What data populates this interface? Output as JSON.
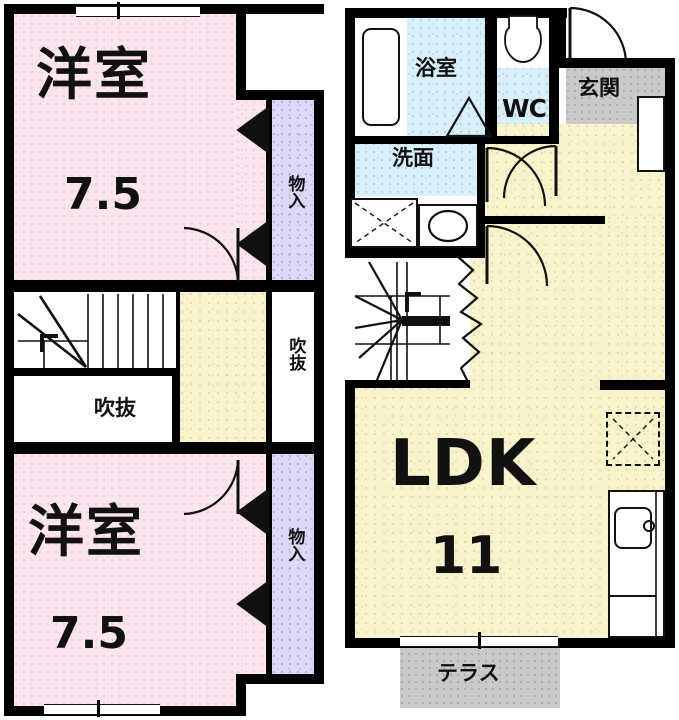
{
  "plan": {
    "title": "間取り図",
    "unit_note": ""
  },
  "rooms": [
    {
      "id": "bedroom_top",
      "name": "洋室",
      "size": "7.5",
      "fill": "#fbe6ef"
    },
    {
      "id": "bedroom_bottom",
      "name": "洋室",
      "size": "7.5",
      "fill": "#fbe6ef"
    },
    {
      "id": "ldk",
      "name": "LDK",
      "size": "11",
      "fill": "#f8f3cd"
    },
    {
      "id": "bath",
      "name": "浴室",
      "size": "",
      "fill": "#d9effa"
    },
    {
      "id": "washroom",
      "name": "洗面",
      "size": "",
      "fill": "#d9effa"
    },
    {
      "id": "toilet",
      "name": "WC",
      "size": "",
      "fill": "#d9effa"
    },
    {
      "id": "entrance",
      "name": "玄関",
      "size": "",
      "fill": "#c9c9c9"
    },
    {
      "id": "terrace",
      "name": "テラス",
      "size": "",
      "fill": "#c9c9c9"
    },
    {
      "id": "closet_top",
      "name": "物入",
      "size": "",
      "fill": "#dcd8f6"
    },
    {
      "id": "closet_bottom",
      "name": "物入",
      "size": "",
      "fill": "#dcd8f6"
    },
    {
      "id": "void_left",
      "name": "吹抜",
      "size": "",
      "fill": "#ffffff"
    },
    {
      "id": "void_right",
      "name": "吹抜",
      "size": "",
      "fill": "#ffffff"
    }
  ],
  "labels": {
    "bedroom_top_name": "洋室",
    "bedroom_top_size": "7.5",
    "bedroom_bottom_name": "洋室",
    "bedroom_bottom_size": "7.5",
    "ldk_name": "LDK",
    "ldk_size": "11",
    "bath": "浴室",
    "washroom": "洗面",
    "toilet": "WC",
    "entrance": "玄関",
    "terrace": "テラス",
    "closet_top": "物入",
    "closet_bottom": "物入",
    "void_left": "吹抜",
    "void_right": "吹抜"
  },
  "fixtures": [
    {
      "name": "bathtub-fixture",
      "label": ""
    },
    {
      "name": "toilet-fixture",
      "label": ""
    },
    {
      "name": "washing-machine-space",
      "label": ""
    },
    {
      "name": "vanity-sink-fixture",
      "label": ""
    },
    {
      "name": "kitchen-sink-fixture",
      "label": ""
    },
    {
      "name": "overhead-storage-box",
      "label": ""
    },
    {
      "name": "staircase-winder",
      "label": ""
    },
    {
      "name": "stair-run-upper",
      "label": ""
    }
  ],
  "colors": {
    "wall": "#000000",
    "bedroom": "#fbe6ef",
    "ldk": "#f8f3cd",
    "wet_area": "#d9effa",
    "closet": "#dcd8f6",
    "gray_area": "#c9c9c9",
    "text": "#111111"
  }
}
